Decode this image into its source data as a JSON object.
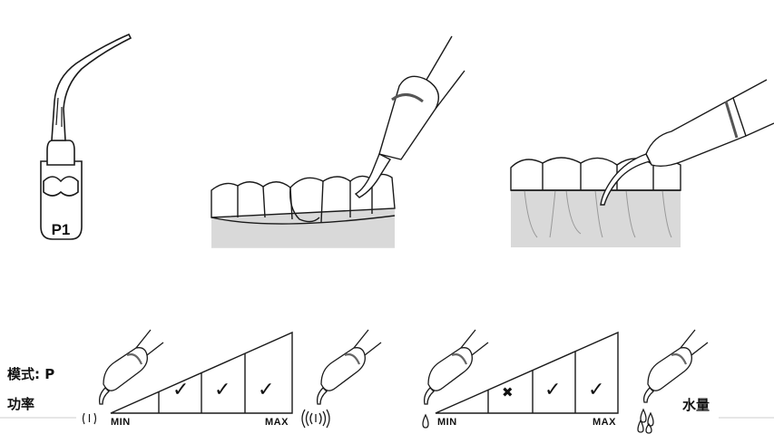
{
  "tip": {
    "label": "P1"
  },
  "mode": {
    "label": "模式: P"
  },
  "power": {
    "label": "功率",
    "min_label": "MIN",
    "max_label": "MAX",
    "levels": [
      {
        "symbol": "✓",
        "state": "recommended"
      },
      {
        "symbol": "✓",
        "state": "recommended"
      },
      {
        "symbol": "✓",
        "state": "recommended"
      }
    ]
  },
  "water": {
    "label": "水量",
    "min_label": "MIN",
    "max_label": "MAX",
    "levels": [
      {
        "symbol": "✖",
        "state": "not-recommended"
      },
      {
        "symbol": "✓",
        "state": "recommended"
      },
      {
        "symbol": "✓",
        "state": "recommended"
      }
    ]
  },
  "colors": {
    "line": "#1a1a1a",
    "gum": "#d9d9d9",
    "rule": "#cccccc"
  }
}
